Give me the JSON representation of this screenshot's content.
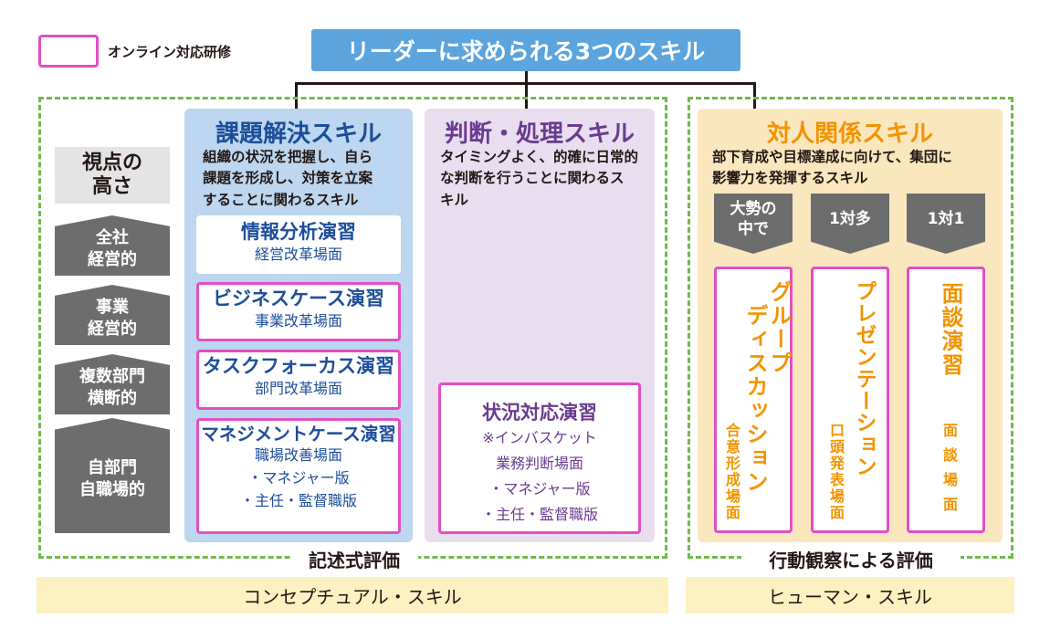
{
  "legend": {
    "text": "オンライン対応研修",
    "color": "#e24fc3"
  },
  "title": "リーダーに求められる3つのスキル",
  "viewpoint": {
    "title_line1": "視点の",
    "title_line2": "高さ",
    "levels": [
      {
        "line1": "全社",
        "line2": "経営的"
      },
      {
        "line1": "事業",
        "line2": "経営的"
      },
      {
        "line1": "複数部門",
        "line2": "横断的"
      },
      {
        "line1": "自部門",
        "line2": "自職場的"
      }
    ]
  },
  "problem_solving": {
    "heading": "課題解決スキル",
    "desc": [
      "組織の状況を把握し、自ら",
      "課題を形成し、対策を立案",
      "することに関わるスキル"
    ],
    "cards": [
      {
        "name": "情報分析演習",
        "sub": "経営改革場面"
      },
      {
        "name": "ビジネスケース演習",
        "sub": "事業改革場面"
      },
      {
        "name": "タスクフォーカス演習",
        "sub": "部門改革場面"
      },
      {
        "name": "マネジメントケース演習",
        "sub": "職場改善場面",
        "items": [
          "・マネジャー版",
          "・主任・監督職版"
        ]
      }
    ]
  },
  "judgment": {
    "heading": "判断・処理スキル",
    "desc": [
      "タイミングよく、的確に日常的",
      "な判断を行うことに関わるス",
      "キル"
    ],
    "card": {
      "name": "状況対応演習",
      "note1": "※インバスケット",
      "note2": "業務判断場面",
      "items": [
        "・マネジャー版",
        "・主任・監督職版"
      ]
    }
  },
  "interpersonal": {
    "heading": "対人関係スキル",
    "desc": [
      "部下育成や目標達成に向けて、集団に",
      "影響力を発揮するスキル"
    ],
    "badges": [
      {
        "line1": "大勢の",
        "line2": "中で"
      },
      {
        "line1": "1対多",
        "line2": ""
      },
      {
        "line1": "1対1",
        "line2": ""
      }
    ],
    "cards": [
      {
        "title1": "グループ",
        "title2": "ディスカッション",
        "sub": "合意形成場面"
      },
      {
        "title1": "プレゼンテーション",
        "title2": "",
        "sub": "口頭発表場面"
      },
      {
        "title1": "面談演習",
        "title2": "",
        "sub": "面談場面"
      }
    ]
  },
  "evaluation": {
    "left": "記述式評価",
    "right": "行動観察による評価"
  },
  "bottom": {
    "left": "コンセプチュアル・スキル",
    "right": "ヒューマン・スキル"
  },
  "colors": {
    "title_bg": "#5ba4dd",
    "dashed_border": "#6fba4b",
    "blue_col": "#bcd7ef",
    "purple_col": "#e8def0",
    "orange_col": "#fbe7bd",
    "accent_orange": "#f29400",
    "accent_blue": "#1d4e9a",
    "accent_purple": "#6a3b8f"
  }
}
